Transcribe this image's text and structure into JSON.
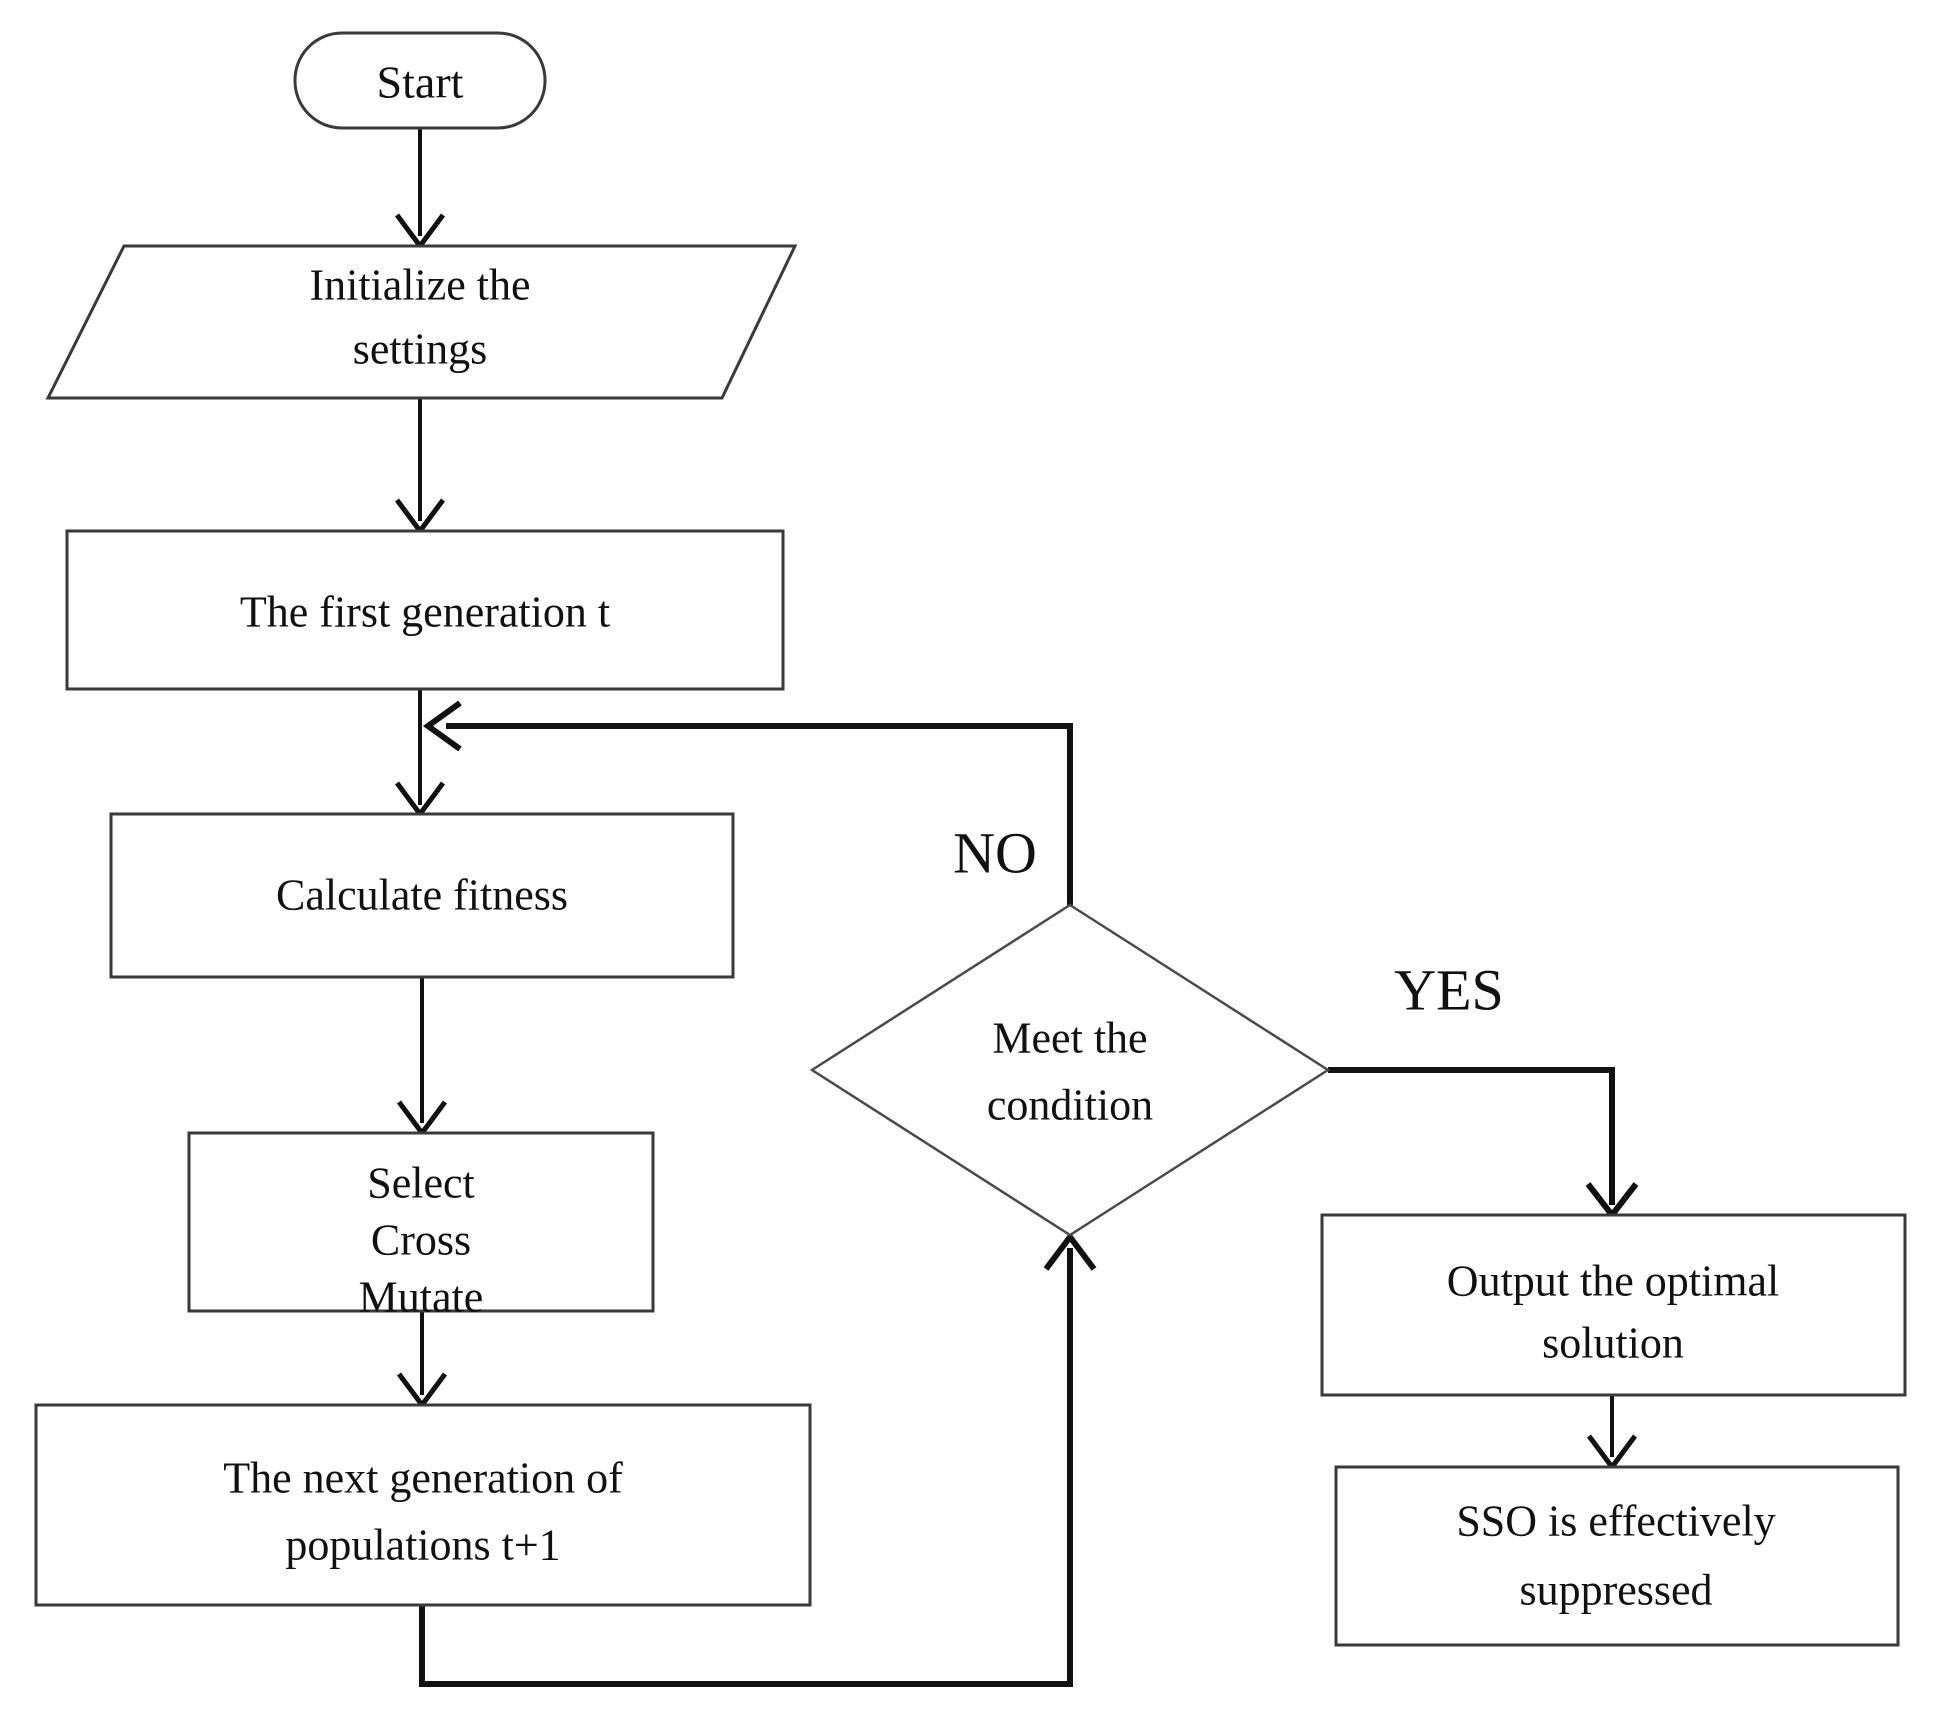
{
  "diagram": {
    "type": "flowchart",
    "background": "#ffffff",
    "ink_color": "#111111",
    "box_border_color": "#3a3a3a",
    "nodes": {
      "start": {
        "type": "terminator",
        "label": "Start"
      },
      "initialize": {
        "type": "input-output",
        "lines": [
          "Initialize the",
          "settings"
        ]
      },
      "first_generation": {
        "type": "process",
        "label": "The first generation t"
      },
      "calculate_fitness": {
        "type": "process",
        "label": "Calculate fitness"
      },
      "select_cross_mutate": {
        "type": "process",
        "lines": [
          "Select",
          "Cross",
          "Mutate"
        ]
      },
      "next_generation": {
        "type": "process",
        "lines": [
          "The next generation of",
          "populations t+1"
        ]
      },
      "condition": {
        "type": "decision",
        "lines": [
          "Meet the",
          "condition"
        ]
      },
      "output_solution": {
        "type": "process",
        "lines": [
          "Output the optimal",
          "solution"
        ]
      },
      "sso_suppressed": {
        "type": "process",
        "lines": [
          "SSO is effectively",
          "suppressed"
        ]
      }
    },
    "edge_labels": {
      "no": "NO",
      "yes": "YES"
    }
  }
}
